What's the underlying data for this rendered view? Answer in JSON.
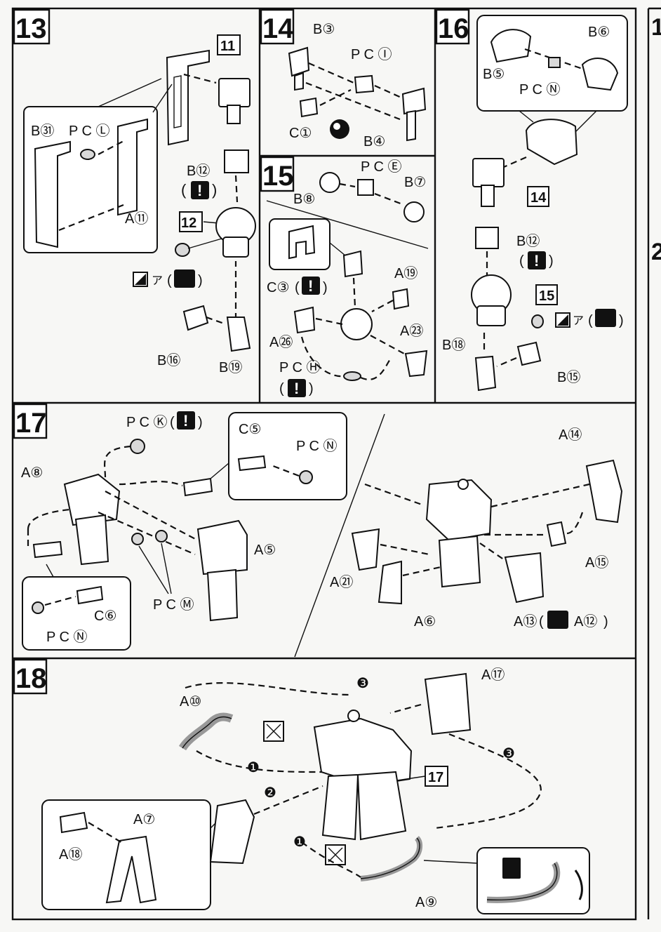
{
  "steps": {
    "s13": {
      "number": "13",
      "ref_in": "11",
      "ref_out": "12",
      "labels": [
        "B㉛",
        "P C Ⓛ",
        "A⑪",
        "B⑫",
        "B⑯",
        "B⑲",
        "ア"
      ]
    },
    "s14": {
      "number": "14",
      "labels": [
        "B③",
        "P C Ⓘ",
        "C①",
        "B④"
      ]
    },
    "s15": {
      "number": "15",
      "labels": [
        "P C Ⓔ",
        "B⑧",
        "B⑦",
        "C③",
        "A⑲",
        "A㉖",
        "A㉓",
        "P C Ⓗ"
      ]
    },
    "s16": {
      "number": "16",
      "ref_in_a": "14",
      "ref_in_b": "15",
      "labels": [
        "B⑥",
        "B⑤",
        "P C Ⓝ",
        "B⑫",
        "B⑱",
        "B⑮",
        "ア"
      ]
    },
    "s17": {
      "number": "17",
      "labels": [
        "P C Ⓚ",
        "C⑤",
        "P C Ⓝ",
        "A⑧",
        "A⑤",
        "P C Ⓜ",
        "C⑥",
        "P C Ⓝ",
        "A⑭",
        "A⑮",
        "A㉑",
        "A⑥",
        "A⑬",
        "A⑫"
      ]
    },
    "s18": {
      "number": "18",
      "ref_in": "17",
      "labels": [
        "A⑩",
        "A⑰",
        "A⑱",
        "A⑦",
        "A⑨"
      ],
      "order": [
        "❶",
        "❷",
        "❸"
      ]
    }
  },
  "icons": [
    "caution-icon",
    "sticker-icon",
    "cut-icon",
    "swap-icon"
  ],
  "caution_mark": "!"
}
